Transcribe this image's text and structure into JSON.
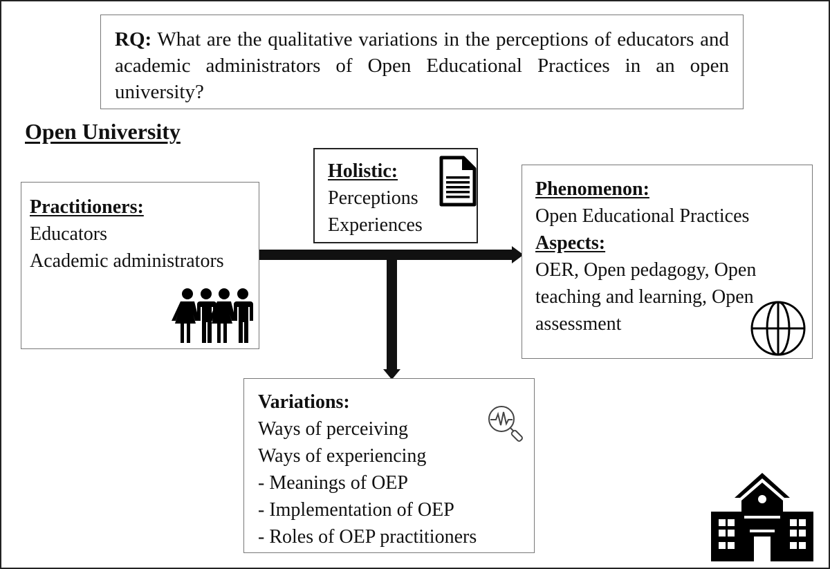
{
  "research_question": {
    "label": "RQ:",
    "text": " What are the qualitative variations in the perceptions of educators and academic administrators of Open Educational Practices in an open university?"
  },
  "context_title": "Open University",
  "practitioners": {
    "heading": "Practitioners:",
    "items": [
      "Educators",
      "Academic administrators"
    ],
    "icon": "group-of-people-icon"
  },
  "holistic": {
    "heading": "Holistic:",
    "items": [
      "Perceptions",
      "Experiences"
    ],
    "icon": "document-icon"
  },
  "phenomenon": {
    "heading": "Phenomenon:",
    "value": "Open Educational Practices",
    "aspects_heading": "Aspects:",
    "aspects_lines": [
      "OER, Open pedagogy, Open",
      "teaching and learning, Open",
      "assessment"
    ],
    "icon": "globe-icon"
  },
  "variations": {
    "heading": "Variations:",
    "items": [
      "Ways of perceiving",
      "Ways of experiencing",
      "- Meanings of OEP",
      "- Implementation of OEP",
      "- Roles of OEP practitioners"
    ],
    "icon": "magnifier-pulse-icon"
  },
  "corner_icon": "school-building-icon"
}
